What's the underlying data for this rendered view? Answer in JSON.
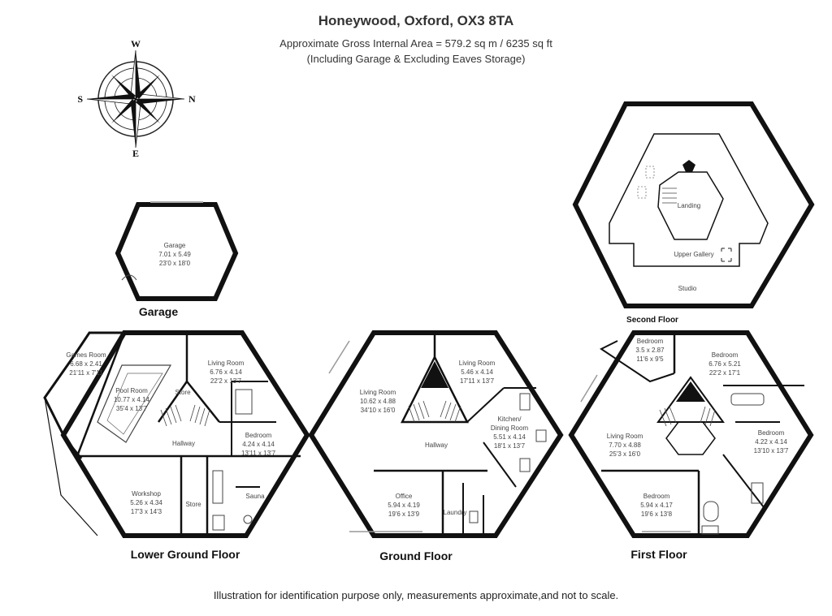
{
  "header": {
    "title": "Honeywood, Oxford, OX3 8TA",
    "area": "Approximate Gross Internal Area = 579.2 sq m / 6235 sq ft",
    "note": "(Including Garage & Excluding Eaves Storage)"
  },
  "compass": {
    "top": "W",
    "right": "N",
    "bottom": "E",
    "left": "S"
  },
  "floors": {
    "garage": "Garage",
    "lower_ground": "Lower Ground Floor",
    "ground": "Ground Floor",
    "first": "First Floor",
    "second": "Second Floor"
  },
  "rooms": {
    "garage": {
      "name": "Garage",
      "m": "7.01 x 5.49",
      "ft": "23'0 x 18'0"
    },
    "games": {
      "name": "Games Room",
      "m": "6.68 x 2.41",
      "ft": "21'11 x 7'11"
    },
    "pool": {
      "name": "Pool Room",
      "m": "10.77 x 4.14",
      "ft": "35'4 x 13'7"
    },
    "lg_living": {
      "name": "Living Room",
      "m": "6.76 x 4.14",
      "ft": "22'2 x 13'7"
    },
    "lg_store": {
      "name": "Store"
    },
    "lg_hallway": {
      "name": "Hallway"
    },
    "lg_bedroom": {
      "name": "Bedroom",
      "m": "4.24 x 4.14",
      "ft": "13'11 x 13'7"
    },
    "workshop": {
      "name": "Workshop",
      "m": "5.26 x 4.34",
      "ft": "17'3 x 14'3"
    },
    "lg_store2": {
      "name": "Store"
    },
    "sauna": {
      "name": "Sauna"
    },
    "g_living1": {
      "name": "Living Room",
      "m": "10.62 x 4.88",
      "ft": "34'10 x 16'0"
    },
    "g_living2": {
      "name": "Living Room",
      "m": "5.46 x 4.14",
      "ft": "17'11 x 13'7"
    },
    "kitchen": {
      "name": "Kitchen/",
      "name2": "Dining Room",
      "m": "5.51 x 4.14",
      "ft": "18'1 x 13'7"
    },
    "g_hallway": {
      "name": "Hallway"
    },
    "office": {
      "name": "Office",
      "m": "5.94 x 4.19",
      "ft": "19'6 x 13'9"
    },
    "laundry": {
      "name": "Laundry"
    },
    "f_bedroom1": {
      "name": "Bedroom",
      "m": "3.5 x 2.87",
      "ft": "11'6 x 9'5"
    },
    "f_bedroom2": {
      "name": "Bedroom",
      "m": "6.76 x 5.21",
      "ft": "22'2 x 17'1"
    },
    "f_living": {
      "name": "Living Room",
      "m": "7.70 x 4.88",
      "ft": "25'3 x 16'0"
    },
    "f_bedroom3": {
      "name": "Bedroom",
      "m": "4.22 x 4.14",
      "ft": "13'10 x 13'7"
    },
    "f_bedroom4": {
      "name": "Bedroom",
      "m": "5.94 x 4.17",
      "ft": "19'6 x 13'8"
    },
    "landing": {
      "name": "Landing"
    },
    "upper_gallery": {
      "name": "Upper Gallery"
    },
    "studio": {
      "name": "Studio"
    }
  },
  "disclaimer": "Illustration for identification purpose only, measurements approximate,and not to scale."
}
